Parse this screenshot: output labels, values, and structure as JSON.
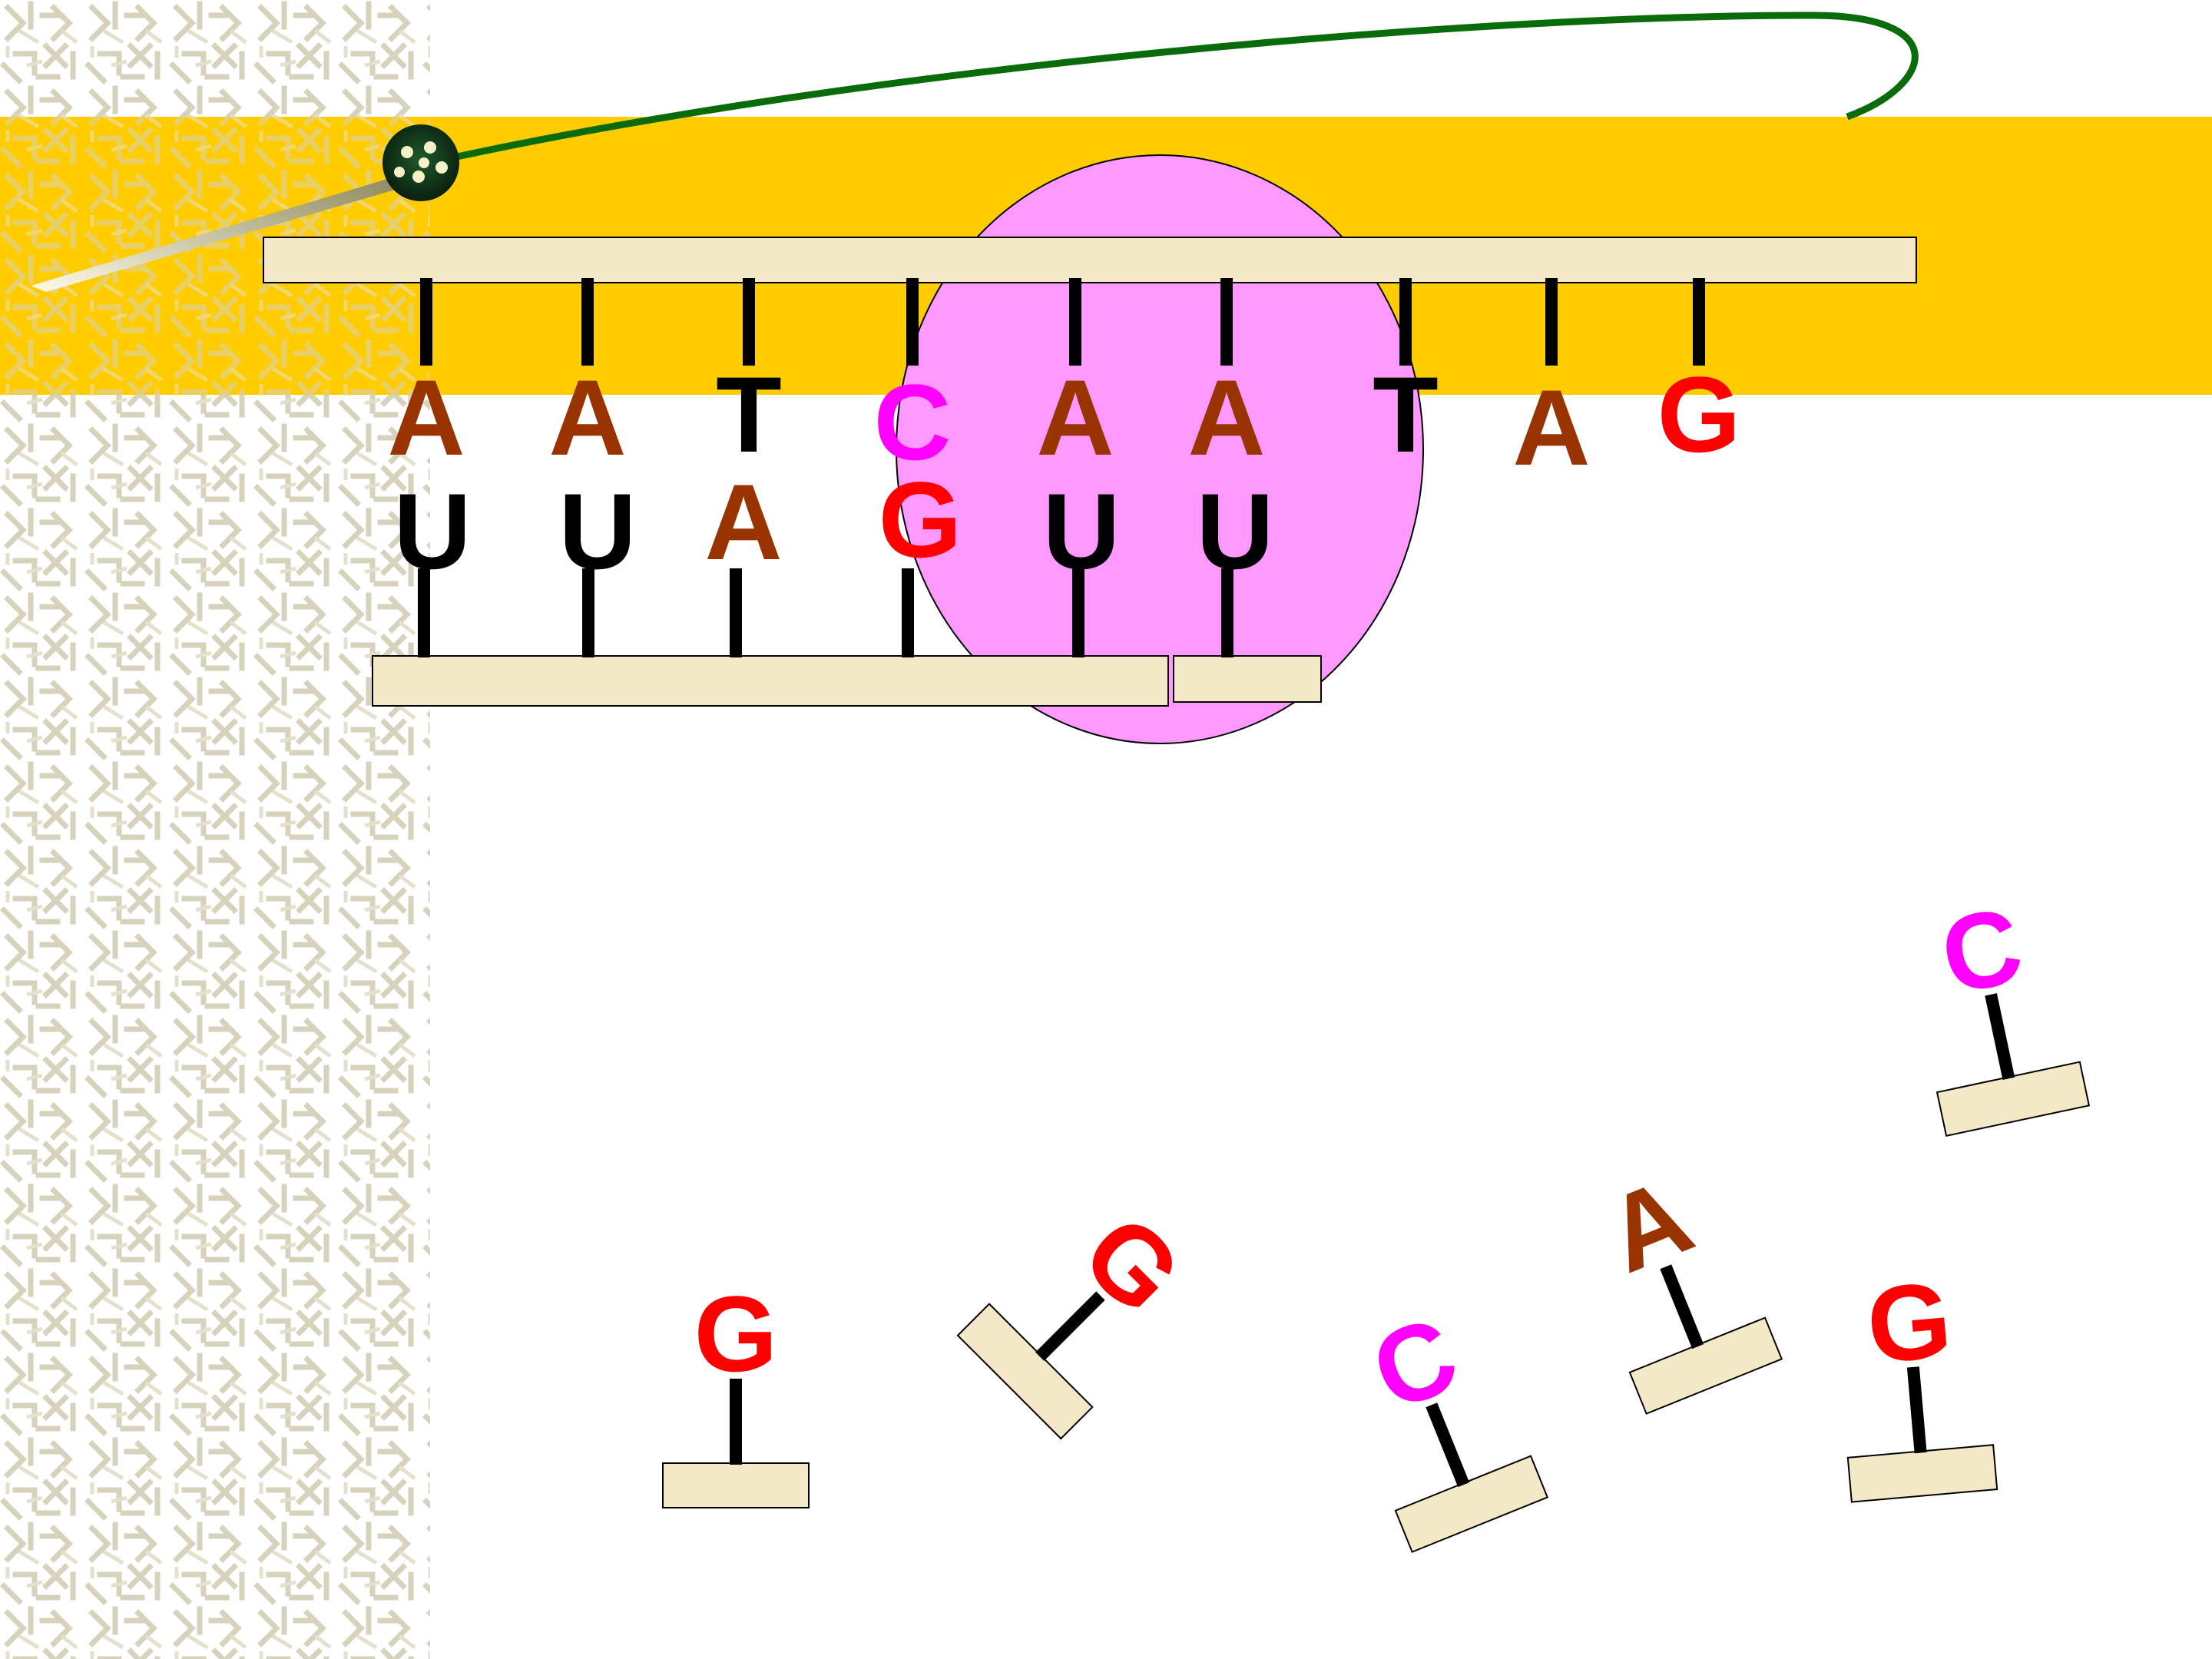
{
  "colors": {
    "A": "#993300",
    "T": "#000000",
    "C": "#ff00ff",
    "G": "#ff0000",
    "U": "#000000",
    "band": "#ffcc00",
    "ribosome": "#ff99ff",
    "backbone": "#f3e9c6",
    "pattern": "#d8d4c0",
    "strand": "#0a6b0a"
  },
  "dna_template": {
    "bases": [
      {
        "letter": "A"
      },
      {
        "letter": "A"
      },
      {
        "letter": "T"
      },
      {
        "letter": "C"
      },
      {
        "letter": "A"
      },
      {
        "letter": "A"
      },
      {
        "letter": "T"
      },
      {
        "letter": "A"
      },
      {
        "letter": "G"
      }
    ]
  },
  "mrna_built": {
    "bases": [
      {
        "letter": "U"
      },
      {
        "letter": "U"
      },
      {
        "letter": "A"
      },
      {
        "letter": "G"
      },
      {
        "letter": "U"
      },
      {
        "letter": "U"
      }
    ]
  },
  "free_nucleotides": [
    {
      "letter": "C"
    },
    {
      "letter": "A"
    },
    {
      "letter": "G"
    },
    {
      "letter": "G"
    },
    {
      "letter": "C"
    },
    {
      "letter": "G"
    }
  ]
}
